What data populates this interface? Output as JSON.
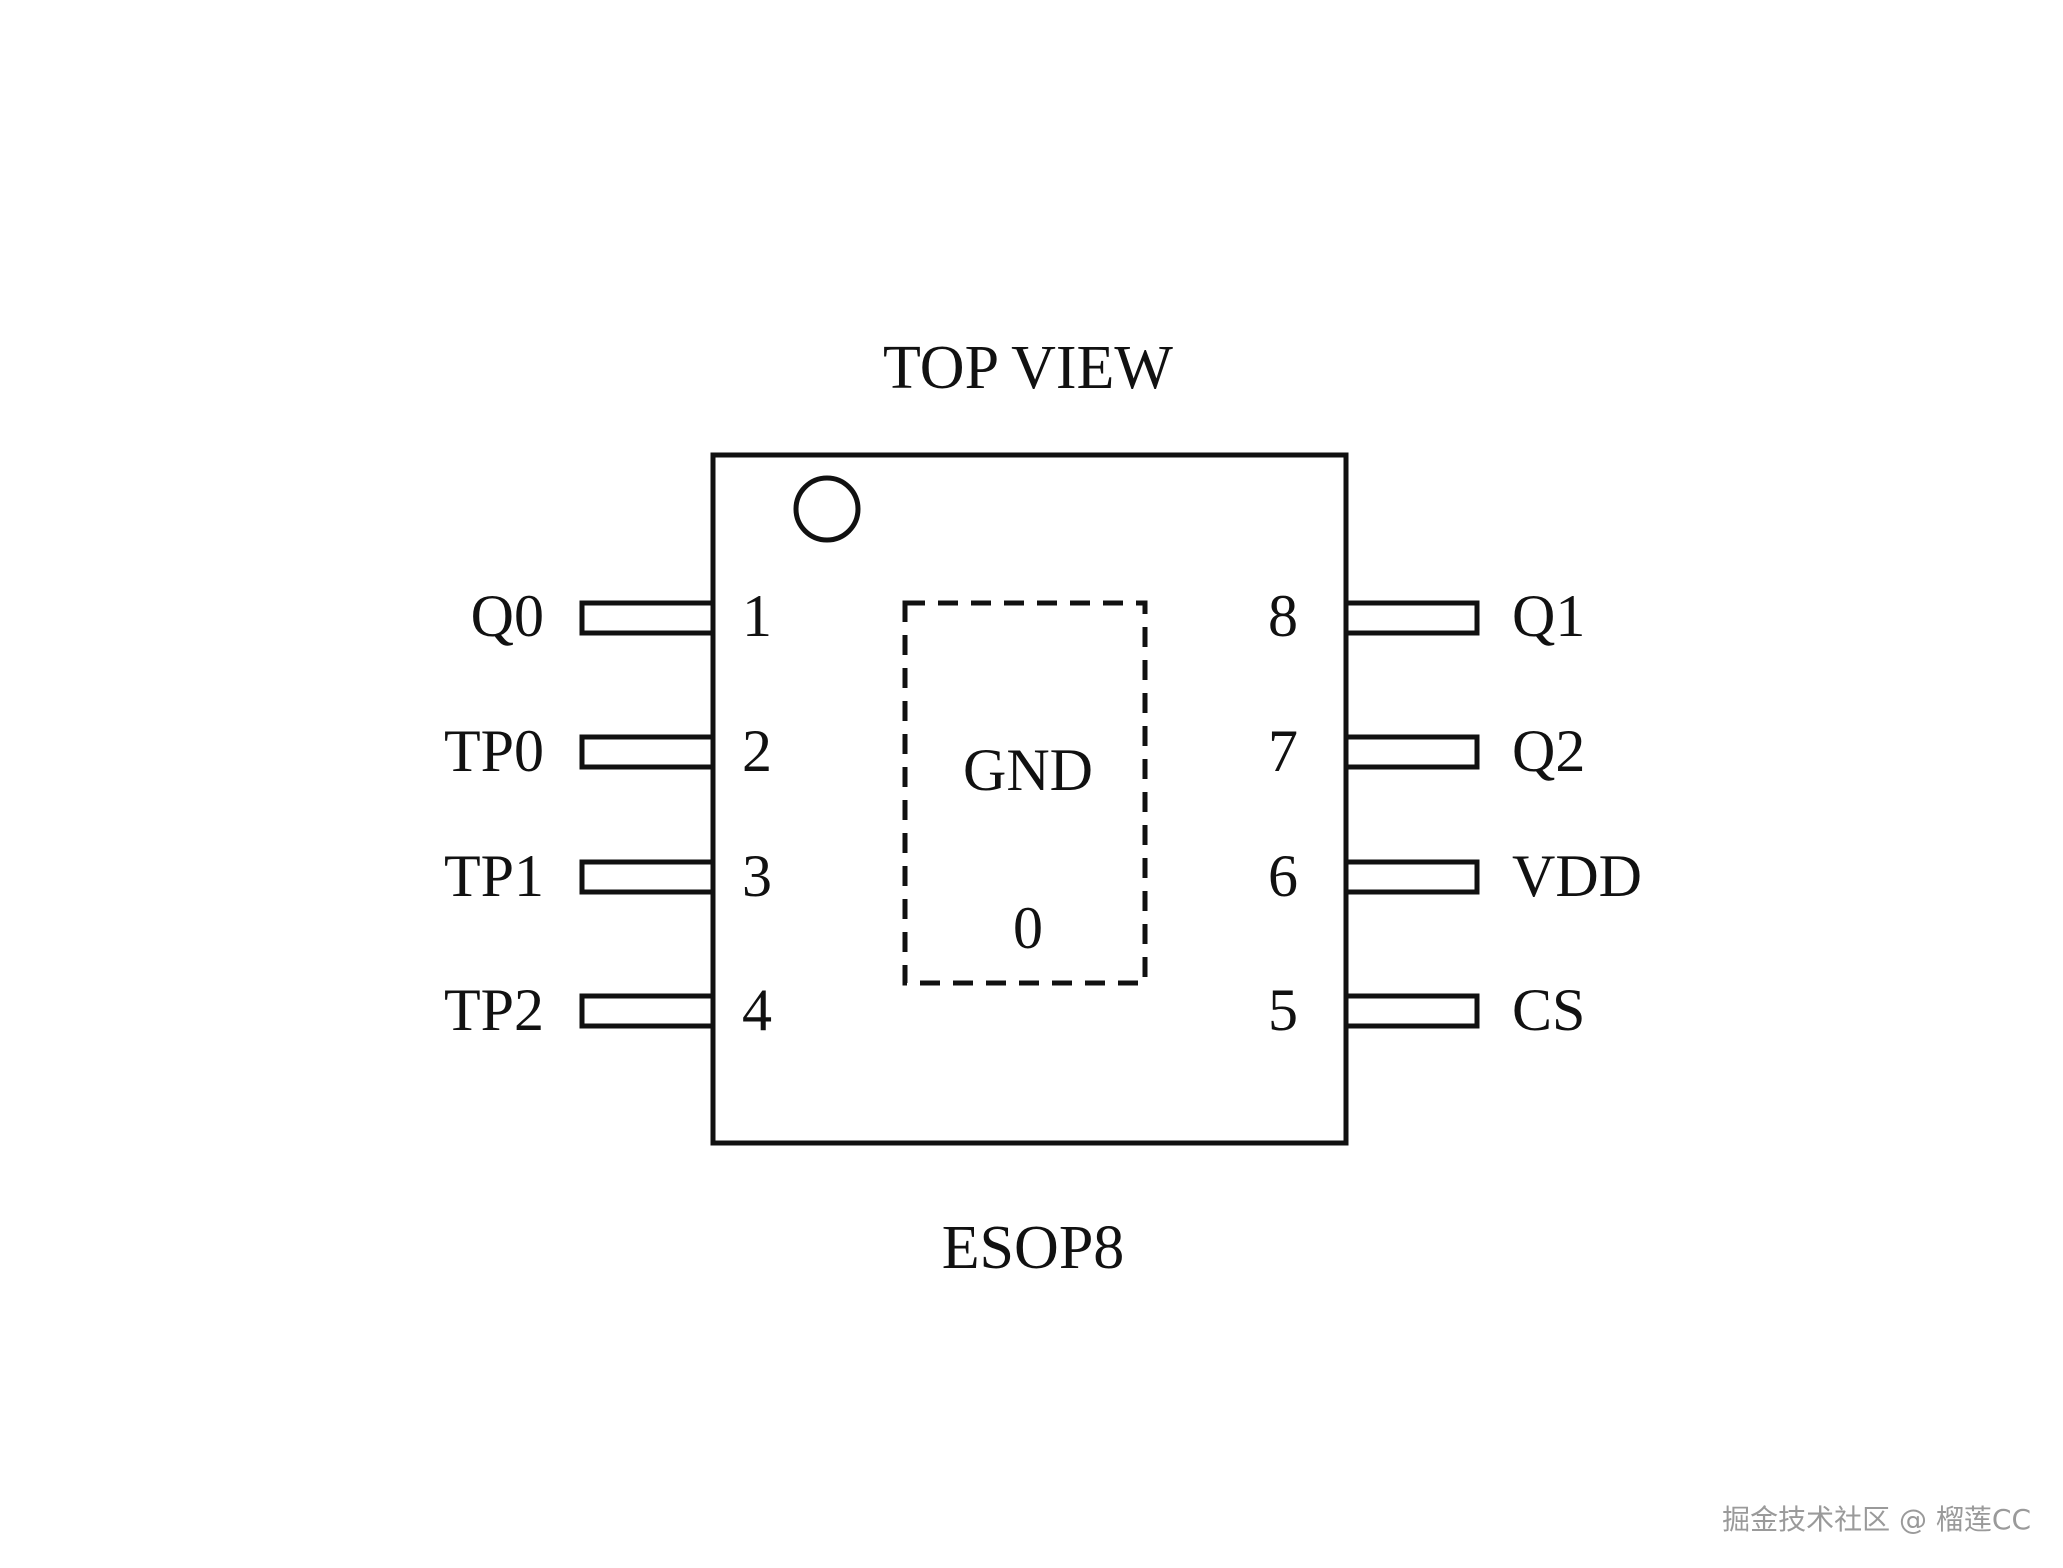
{
  "diagram": {
    "title": "TOP VIEW",
    "package": "ESOP8",
    "pad": {
      "label": "GND",
      "number": "0"
    },
    "left_pins": [
      {
        "number": "1",
        "name": "Q0"
      },
      {
        "number": "2",
        "name": "TP0"
      },
      {
        "number": "3",
        "name": "TP1"
      },
      {
        "number": "4",
        "name": "TP2"
      }
    ],
    "right_pins": [
      {
        "number": "8",
        "name": "Q1"
      },
      {
        "number": "7",
        "name": "Q2"
      },
      {
        "number": "6",
        "name": "VDD"
      },
      {
        "number": "5",
        "name": "CS"
      }
    ]
  },
  "watermark": "掘金技术社区 @ 榴莲CC"
}
